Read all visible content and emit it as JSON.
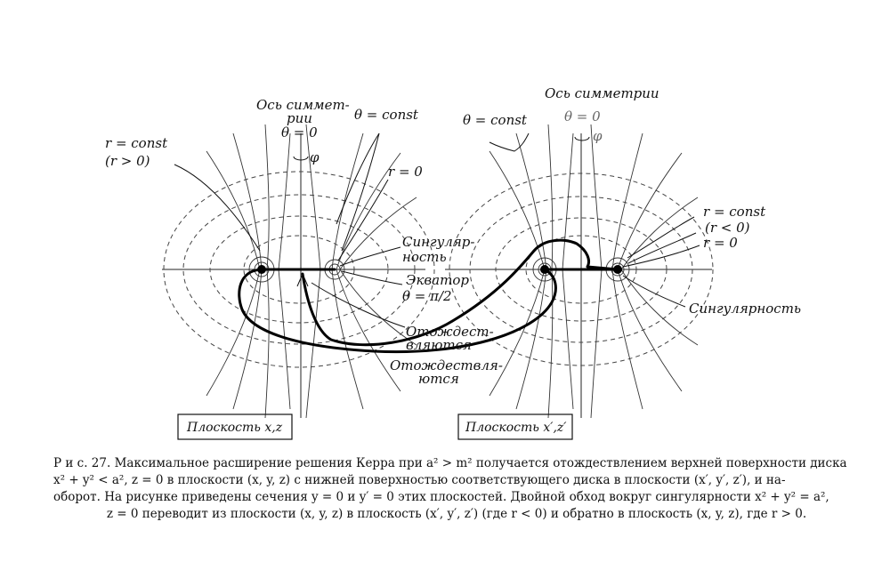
{
  "labels": {
    "axis_symmetry_left_l1": "Ось симмет-",
    "axis_symmetry_left_l2": "рии",
    "theta_zero_left": "θ = 0",
    "phi_left": "φ",
    "theta_const_left": "θ = const",
    "r_const_left": "r = const",
    "r_positive": "(r > 0)",
    "r_zero_left": "r = 0",
    "singularity_left_l1": "Сингуляр-",
    "singularity_left_l2": "ность",
    "equator_l1": "Экватор",
    "equator_l2": "θ = π/2",
    "identified_1_l1": "Отождест-",
    "identified_1_l2": "вляются",
    "identified_2_l1": "Отождествля-",
    "identified_2_l2": "ются",
    "plane_left": "Плоскость x,z",
    "axis_symmetry_right": "Ось симметрии",
    "theta_zero_right": "θ = 0",
    "phi_right": "φ",
    "theta_const_right": "θ = const",
    "r_const_right": "r = const",
    "r_negative": "(r < 0)",
    "r_zero_right": "r = 0",
    "singularity_right": "Сингулярность",
    "plane_right": "Плоскость x′,z′"
  },
  "caption": {
    "line1": "Р и с. 27. Максимальное расширение решения Керра при a² > m² получается отождествлением верхней поверхности диска",
    "line2": "x² + y² < a², z = 0 в плоскости (x, y, z) с нижней поверхностью соответствующего диска в плоскости (x′, y′, z′), и на-",
    "line3": "оборот. На рисунке приведены сечения y = 0 и y′ = 0 этих плоскостей. Двойной обход вокруг сингулярности x² + y² = a²,",
    "line4": "z = 0 переводит из плоскости (x, y, z) в плоскость (x′, y′, z′) (где r < 0) и обратно в плоскость (x, y, z), где r > 0."
  }
}
